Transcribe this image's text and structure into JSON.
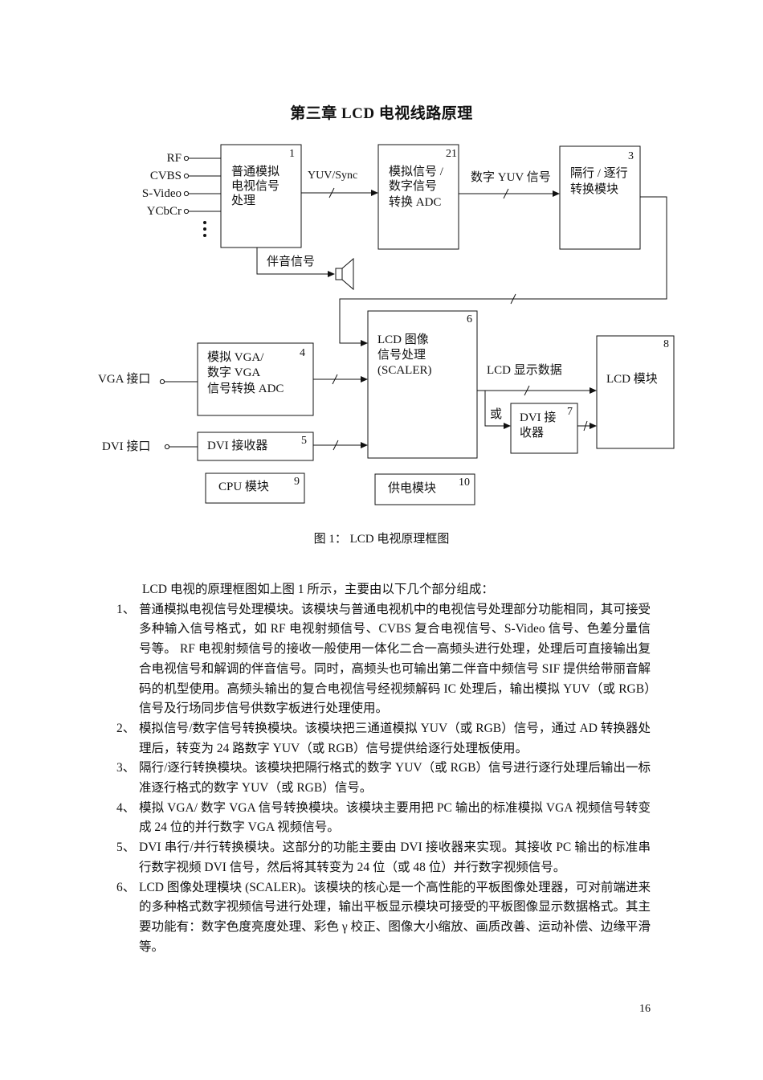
{
  "title": "第三章  LCD 电视线路原理",
  "diagram": {
    "inputs": [
      "RF",
      "CVBS",
      "S-Video",
      "YCbCr"
    ],
    "blocks": [
      {
        "num": "1",
        "lines": [
          "普通模拟",
          "电视信号",
          "处理"
        ]
      },
      {
        "num": "21",
        "lines": [
          "模拟信号 /",
          "数字信号",
          "转换 ADC"
        ]
      },
      {
        "num": "3",
        "lines": [
          "隔行 / 逐行",
          "转换模块"
        ]
      },
      {
        "num": "4",
        "lines": [
          "模拟 VGA/",
          "数字 VGA",
          "信号转换 ADC"
        ]
      },
      {
        "num": "5",
        "lines": [
          "DVI 接收器"
        ]
      },
      {
        "num": "6",
        "lines": [
          "LCD 图像",
          "信号处理",
          "(SCALER)"
        ]
      },
      {
        "num": "7",
        "lines": [
          "DVI 接",
          "收器"
        ]
      },
      {
        "num": "8",
        "lines": [
          "LCD 模块"
        ]
      },
      {
        "num": "9",
        "lines": [
          "CPU 模块"
        ]
      },
      {
        "num": "10",
        "lines": [
          "供电模块"
        ]
      }
    ],
    "labels": {
      "yuv_sync": "YUV/Sync",
      "digital_yuv": "数字 YUV 信号",
      "audio": "伴音信号",
      "vga_port": "VGA 接口",
      "dvi_port": "DVI 接口",
      "lcd_display_data": "LCD 显示数据",
      "or": "或"
    }
  },
  "caption": "图 1：  LCD 电视原理框图",
  "intro": "LCD 电视的原理框图如上图 1 所示，主要由以下几个部分组成：",
  "items": [
    {
      "num": "1、",
      "text": "普通模拟电视信号处理模块。该模块与普通电视机中的电视信号处理部分功能相同，其可接受多种输入信号格式，如 RF 电视射频信号、CVBS 复合电视信号、S-Video 信号、色差分量信号等。  RF 电视射频信号的接收一般使用一体化二合一高频头进行处理，处理后可直接输出复合电视信号和解调的伴音信号。同时，高频头也可输出第二伴音中频信号 SIF 提供给带丽音解码的机型使用。高频头输出的复合电视信号经视频解码 IC 处理后，输出模拟 YUV（或 RGB）信号及行场同步信号供数字板进行处理使用。"
    },
    {
      "num": "2、",
      "text": "模拟信号/数字信号转换模块。该模块把三通道模拟 YUV（或 RGB）信号，通过 AD 转换器处理后，转变为 24 路数字 YUV（或 RGB）信号提供给逐行处理板使用。"
    },
    {
      "num": "3、",
      "text": "隔行/逐行转换模块。该模块把隔行格式的数字 YUV（或 RGB）信号进行逐行处理后输出一标准逐行格式的数字 YUV（或 RGB）信号。"
    },
    {
      "num": "4、",
      "text": "模拟 VGA/ 数字 VGA 信号转换模块。该模块主要用把 PC 输出的标准模拟 VGA 视频信号转变成 24 位的并行数字 VGA 视频信号。"
    },
    {
      "num": "5、",
      "text": "DVI 串行/并行转换模块。这部分的功能主要由 DVI 接收器来实现。其接收 PC 输出的标准串行数字视频 DVI 信号，然后将其转变为 24 位（或 48 位）并行数字视频信号。"
    },
    {
      "num": "6、",
      "text": "LCD 图像处理模块  (SCALER)。该模块的核心是一个高性能的平板图像处理器，可对前端进来的多种格式数字视频信号进行处理，输出平板显示模块可接受的平板图像显示数据格式。其主要功能有：数字色度亮度处理、彩色  γ  校正、图像大小缩放、画质改善、运动补偿、边缘平滑等。"
    }
  ],
  "page_number": "16"
}
